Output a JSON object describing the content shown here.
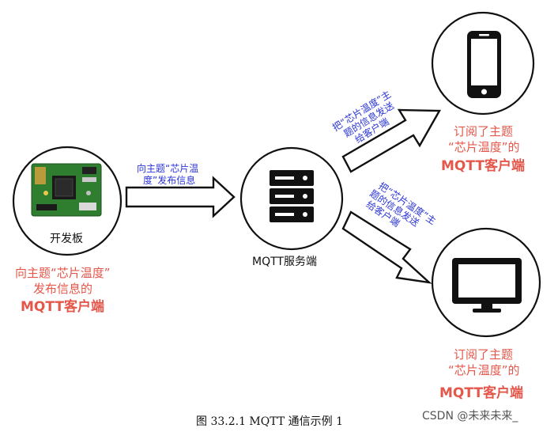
{
  "nodes": {
    "board": {
      "label": "开发板",
      "desc_lines": [
        "向主题“芯片温度”",
        "发布信息的"
      ],
      "role": "MQTT客户端"
    },
    "server": {
      "label": "MQTT服务端"
    },
    "phone": {
      "desc_lines": [
        "订阅了主题",
        "“芯片温度”的"
      ],
      "role": "MQTT客户端"
    },
    "monitor": {
      "desc_lines": [
        "订阅了主题",
        "“芯片温度”的"
      ],
      "role": "MQTT客户端"
    }
  },
  "arrows": {
    "publish": {
      "label_lines": [
        "向主题“芯片温",
        "度”发布信息"
      ]
    },
    "to_phone": {
      "label_lines": [
        "把“芯片温度”主",
        "题的信息发送",
        "给客户端"
      ]
    },
    "to_monitor": {
      "label_lines": [
        "把“芯片温度”主",
        "题的信息发送",
        "给客户端"
      ]
    }
  },
  "caption": "图  33.2.1 MQTT 通信示例 1",
  "watermark": "CSDN @未来未来_",
  "colors": {
    "blue_text": "#2a35d8",
    "red_text": "#e4574a",
    "line": "#111111",
    "pcb_green": "#2f7d2f"
  }
}
